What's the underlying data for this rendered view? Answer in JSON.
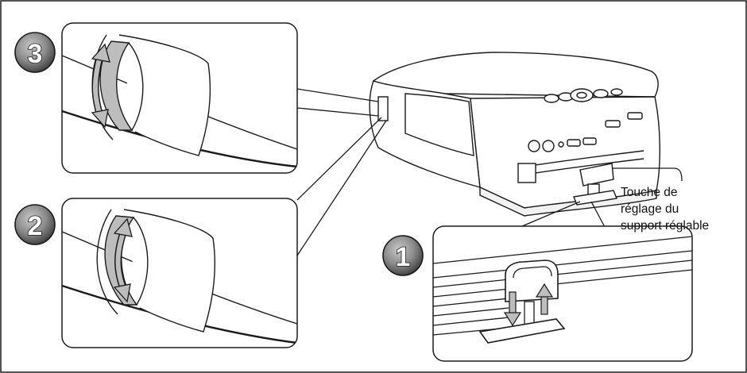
{
  "callout": {
    "lines": [
      "Touche de",
      "réglage du",
      "support réglable"
    ]
  },
  "steps": [
    {
      "number": "3"
    },
    {
      "number": "2"
    },
    {
      "number": "1"
    }
  ],
  "colors": {
    "stroke": "#1a1a1a",
    "lens_ring": "#bdbdbd",
    "badge_fill": "#8a8a8a",
    "badge_dark": "#3a3a3a",
    "background": "#ffffff"
  },
  "icons": [
    "rotate-arrow-icon",
    "up-arrow-icon",
    "down-arrow-icon"
  ]
}
